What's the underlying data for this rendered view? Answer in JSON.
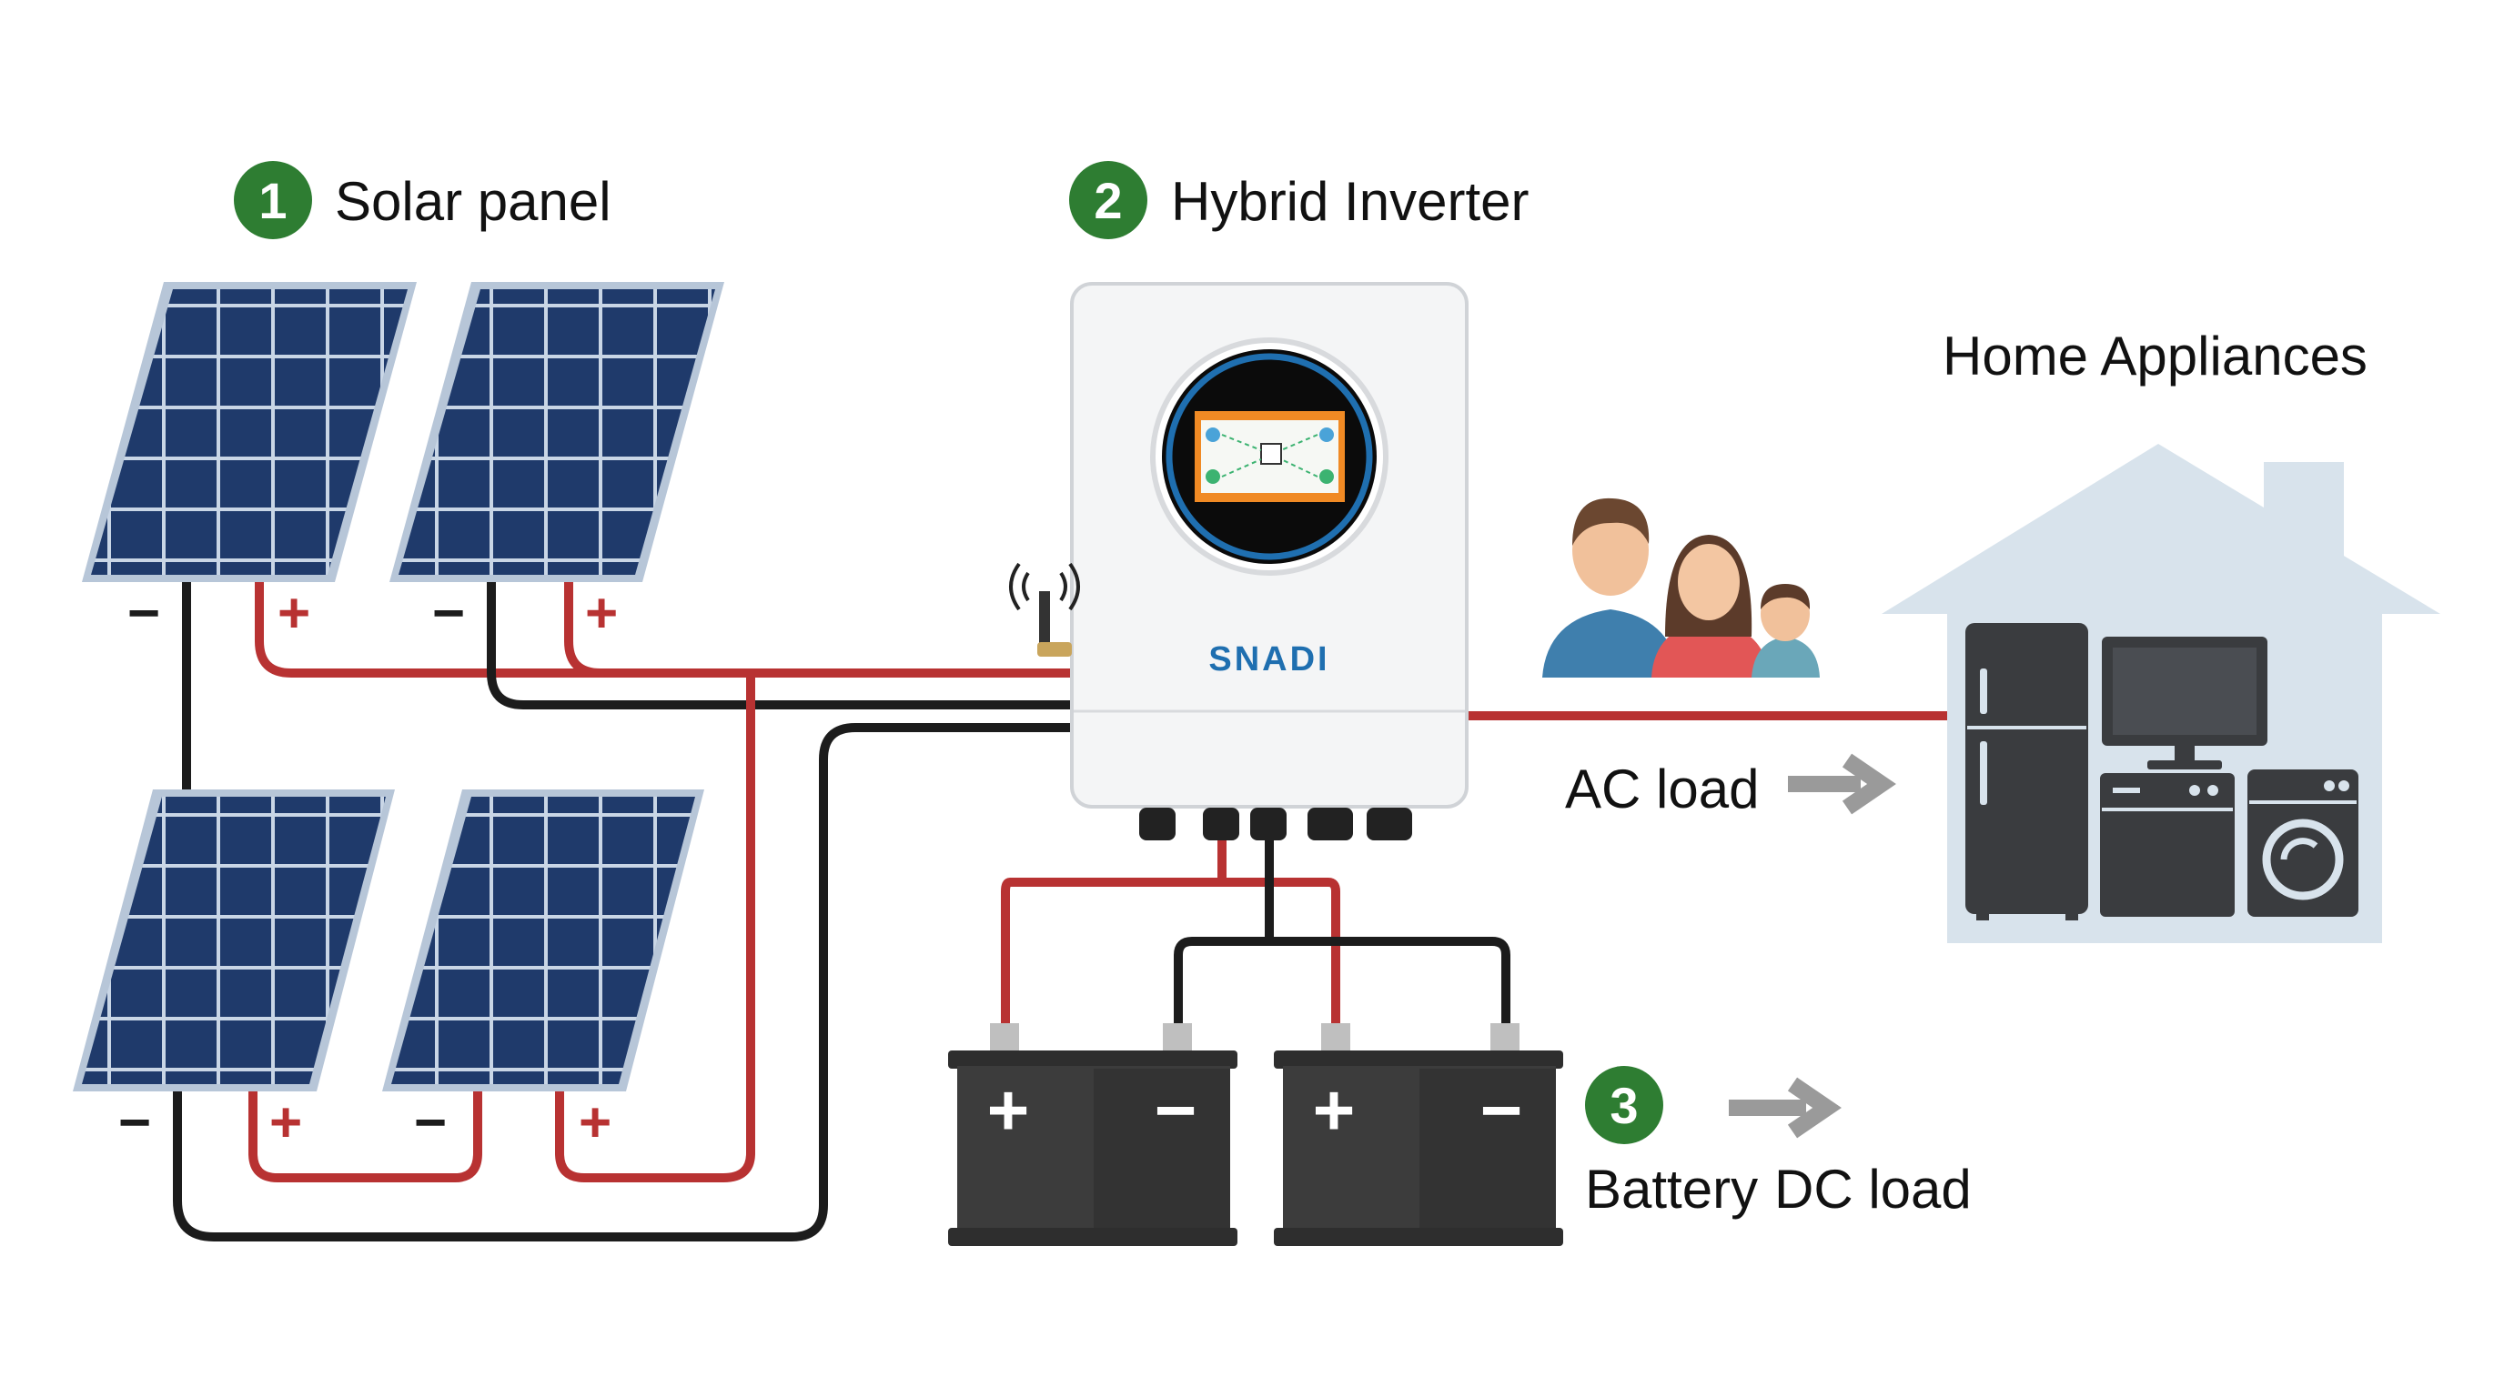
{
  "labels": {
    "solar_panel": "Solar panel",
    "hybrid_inverter": "Hybrid Inverter",
    "home_appliances": "Home Appliances",
    "ac_load": "AC load",
    "battery": "Battery",
    "dc_load": "DC load"
  },
  "badges": {
    "one": "1",
    "two": "2",
    "three": "3"
  },
  "inverter": {
    "brand": "SNADI"
  },
  "terminals": {
    "neg": "−",
    "pos": "+"
  },
  "colors": {
    "badge_green": "#2e7d32",
    "wire_red": "#b83232",
    "wire_black": "#1c1c1c",
    "panel_cell": "#1f3a6b",
    "panel_frame": "#b7c6d8",
    "house": "#d8e3ec",
    "battery": "#3c3c3c",
    "arrow_gray": "#9a9a9a",
    "brand_blue": "#1f6fb0",
    "brand_orange": "#f08a24"
  },
  "icons": {
    "badge": "numbered-circle-badge",
    "arrow": "right-arrow-icon",
    "antenna": "wifi-antenna-icon",
    "family": "family-people-icon"
  }
}
